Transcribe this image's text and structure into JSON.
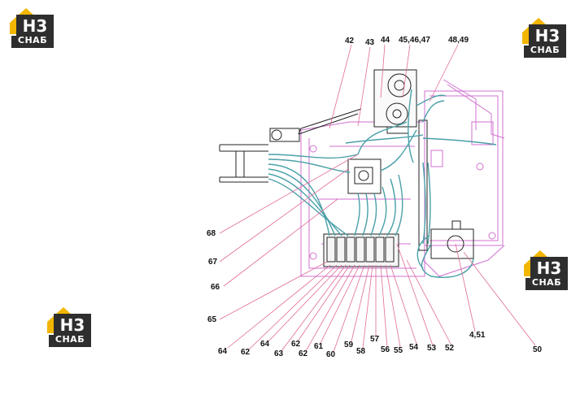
{
  "logo": {
    "text": "СНАБ",
    "color_yellow": "#f2b600",
    "color_dark": "#2e2e2e"
  },
  "callouts": {
    "c42": "42",
    "c43": "43",
    "c44": "44",
    "c45": "45,46,47",
    "c48": "48,49",
    "c68": "68",
    "c67": "67",
    "c66": "66",
    "c65": "65",
    "c64a": "64",
    "c62a": "62",
    "c64b": "64",
    "c63": "63",
    "c62b": "62",
    "c62c": "62",
    "c61": "61",
    "c60": "60",
    "c59": "59",
    "c58": "58",
    "c57": "57",
    "c56": "56",
    "c55": "55",
    "c54": "54",
    "c53": "53",
    "c52": "52",
    "c451": "4,51",
    "c50": "50"
  },
  "colors": {
    "frame": "#d070d0",
    "leader": "#e06a9a",
    "hose": "#4aa0a8",
    "ink": "#222222"
  }
}
